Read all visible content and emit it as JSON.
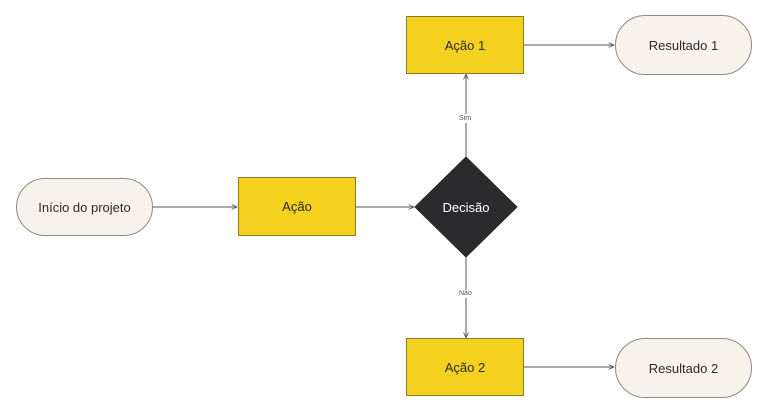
{
  "nodes": {
    "start": "Início do projeto",
    "action": "Ação",
    "decision": "Decisão",
    "action1": "Ação 1",
    "action2": "Ação 2",
    "result1": "Resultado 1",
    "result2": "Resultado 2"
  },
  "edges": {
    "yes_label": "Sim",
    "no_label": "Não"
  },
  "colors": {
    "process_fill": "#f4d11e",
    "terminal_fill": "#f7f3ea",
    "decision_fill": "#2b2b2e",
    "line": "#555555"
  }
}
